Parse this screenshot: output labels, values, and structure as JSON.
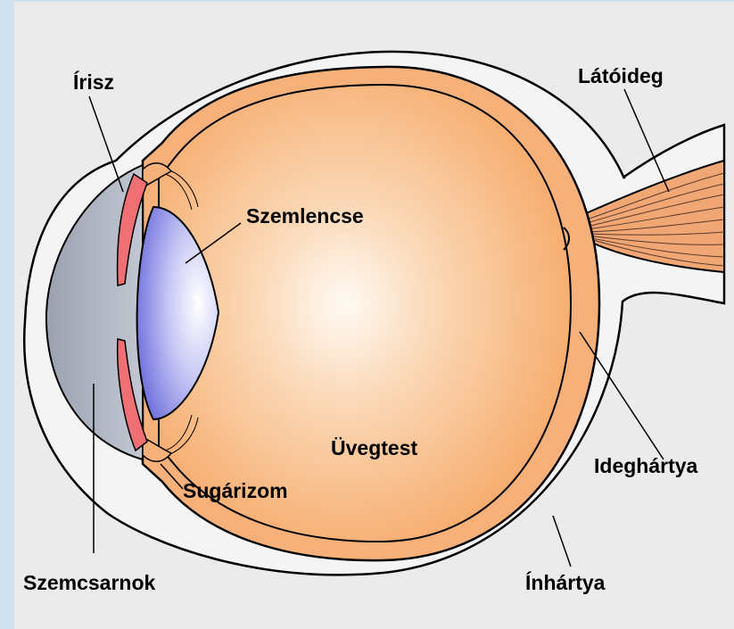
{
  "labels": {
    "irisz": "Írisz",
    "latoideg": "Látóideg",
    "szemlencse": "Szemlencse",
    "uvegtest": "Üvegtest",
    "ideghartya": "Ideghártya",
    "sugarizom": "Sugárizom",
    "szemcsarnok": "Szemcsarnok",
    "inhartya": "Ínhártya"
  },
  "colors": {
    "background_frame": "#cfe0ee",
    "background_paper": "#ebebeb",
    "outer_layer": "#f2f2f2",
    "sclera": "#f6b27a",
    "vitreous_center": "#fff8f0",
    "vitreous_edge": "#f7a96c",
    "lens": "#8e8ee8",
    "iris": "#ee7074",
    "anterior_chamber": "#a9afbd",
    "outline": "#000000"
  }
}
